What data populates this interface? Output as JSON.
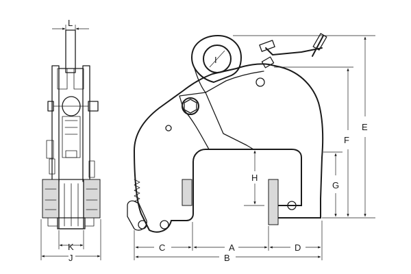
{
  "diagram": {
    "dimension_labels": {
      "L": "L",
      "I": "I",
      "E": "E",
      "F": "F",
      "G": "G",
      "H": "H",
      "A": "A",
      "B": "B",
      "C": "C",
      "D": "D",
      "J": "J",
      "K": "K"
    }
  }
}
